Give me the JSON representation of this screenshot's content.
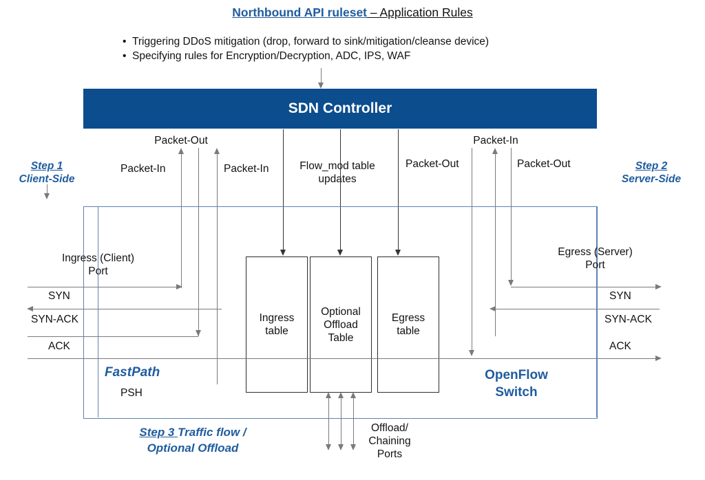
{
  "header": {
    "title_primary": "Northbound API ruleset",
    "title_secondary": " – Application Rules",
    "bullets": [
      "Triggering DDoS mitigation (drop, forward to sink/mitigation/cleanse device)",
      "Specifying rules for Encryption/Decryption, ADC, IPS, WAF"
    ]
  },
  "controller": {
    "label": "SDN Controller"
  },
  "steps": {
    "step1": {
      "number": "Step 1",
      "text": "Client-Side"
    },
    "step2": {
      "number": "Step 2",
      "text": "Server-Side"
    },
    "step3": {
      "number": "Step 3 ",
      "text": "Traffic flow /",
      "text2": "Optional Offload"
    }
  },
  "channel_labels": {
    "packet_out_left": "Packet-Out",
    "packet_in_left": "Packet-In",
    "packet_in_left2": "Packet-In",
    "flow_mod_l1": "Flow_mod table",
    "flow_mod_l2": "updates",
    "packet_out_right": "Packet-Out",
    "packet_in_right": "Packet-In",
    "packet_out_right2": "Packet-Out"
  },
  "ports": {
    "ingress_l1": "Ingress (Client)",
    "ingress_l2": "Port",
    "egress_l1": "Egress (Server)",
    "egress_l2": "Port",
    "offload_l1": "Offload/",
    "offload_l2": "Chaining",
    "offload_l3": "Ports"
  },
  "tables": [
    {
      "line1": "Ingress",
      "line2": "table",
      "line3": ""
    },
    {
      "line1": "Optional",
      "line2": "Offload",
      "line3": "Table"
    },
    {
      "line1": "Egress",
      "line2": "table",
      "line3": ""
    }
  ],
  "tcp_left": {
    "syn": "SYN",
    "syn_ack": "SYN-ACK",
    "ack": "ACK",
    "psh": "PSH"
  },
  "tcp_right": {
    "syn": "SYN",
    "syn_ack": "SYN-ACK",
    "ack": "ACK"
  },
  "switch": {
    "line1": "OpenFlow",
    "line2": "Switch"
  },
  "fastpath": {
    "label": "FastPath"
  },
  "colors": {
    "controller_fill": "#0C4D8E",
    "accent_blue": "#1F5C9E",
    "switch_border": "#5B83AE",
    "line_gray": "#7a7a7a",
    "line_dark": "#2b2b2b"
  }
}
